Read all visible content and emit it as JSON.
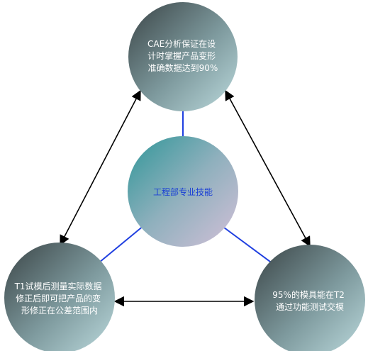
{
  "diagram": {
    "top_node": {
      "lines": [
        "CAE分析保证在设",
        "计时掌握产品变形",
        "准确数据达到90%"
      ]
    },
    "center_node": {
      "label": "工程部专业技能"
    },
    "left_node": {
      "lines": [
        "T1试模后测量实际数据",
        "修正后即可把产品的变",
        "形修正在公差范围内"
      ]
    },
    "right_node": {
      "lines": [
        "95%的模具能在T2",
        "通过功能测试交模"
      ]
    },
    "colors": {
      "connector_blue": "#1f3fe0",
      "arrow_black": "#000000",
      "outer_gradient_dark": "#3a4446",
      "outer_gradient_light": "#b7d5d8",
      "center_gradient_teal": "#3a9a9c",
      "center_gradient_lavender": "#c9bcd3"
    }
  }
}
